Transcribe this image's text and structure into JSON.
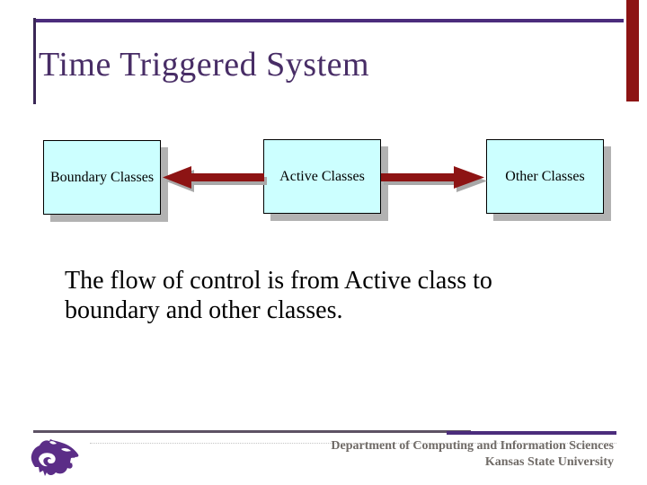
{
  "slide": {
    "title": "Time Triggered System"
  },
  "diagram": {
    "boxes": [
      {
        "label": "Boundary Classes"
      },
      {
        "label": "Active Classes"
      },
      {
        "label": "Other Classes"
      }
    ],
    "arrows": [
      {
        "from": "Active Classes",
        "to": "Boundary Classes",
        "direction": "left"
      },
      {
        "from": "Active Classes",
        "to": "Other Classes",
        "direction": "right"
      }
    ],
    "box_fill": "#ccffff",
    "box_border": "#000000",
    "box_shadow": "#b2b2b2",
    "arrow_color": "#8d1414",
    "arrow_shadow": "#a8a8a8"
  },
  "body": {
    "lines": [
      "The flow of control is from Active class to",
      "boundary and other classes."
    ]
  },
  "footer": {
    "department": "Department of Computing and Information Sciences",
    "university": "Kansas State University",
    "logo": "kstate-powercat-logo"
  },
  "colors": {
    "title_text": "#482d66",
    "accent_line": "#4b2c7c",
    "left_line": "#3a2756",
    "red_bar": "#8d1414",
    "footer_text": "#6f6a66",
    "logo_purple": "#5b2d87"
  }
}
